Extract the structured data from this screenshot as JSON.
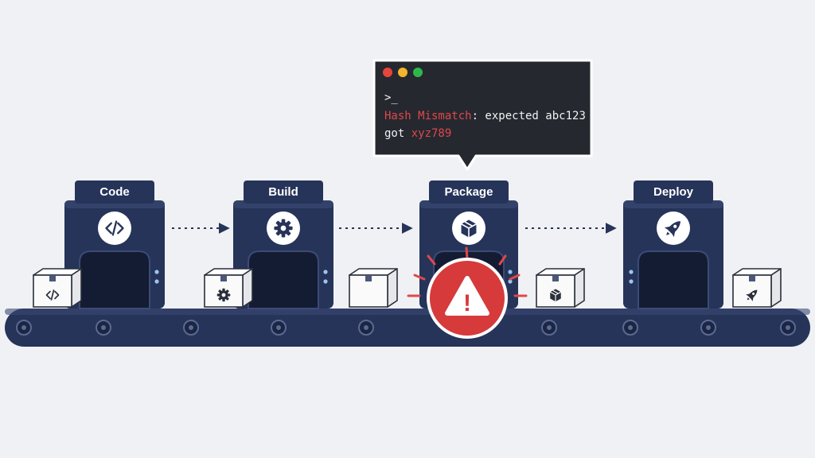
{
  "colors": {
    "background": "#f0f1f4",
    "navy": "#26345a",
    "navy_dark": "#1b2645",
    "belt": "#2b3a5e",
    "terminal_bg": "#262830",
    "terminal_text": "#f2f2f2",
    "error_red": "#e04848",
    "alert_red": "#d63a3a",
    "led_blue": "#9cc4f2",
    "box_face": "#fafafa",
    "box_side": "#e6e7ea",
    "box_stroke": "#2a2f3a"
  },
  "terminal": {
    "dots": [
      "#e8453c",
      "#f3b52b",
      "#2eb84b"
    ],
    "prompt": ">_",
    "line1": {
      "error_text": "Hash Mismatch",
      "rest_text": ": expected abc123"
    },
    "line2": {
      "prefix_text": "got ",
      "error_text": "xyz789"
    }
  },
  "stages": [
    {
      "label": "Code",
      "icon": "code-icon"
    },
    {
      "label": "Build",
      "icon": "gear-icon"
    },
    {
      "label": "Package",
      "icon": "package-icon"
    },
    {
      "label": "Deploy",
      "icon": "rocket-icon"
    }
  ],
  "belt_boxes": [
    {
      "icon": "code-icon"
    },
    {
      "icon": "gear-icon"
    },
    {
      "icon": "none"
    },
    {
      "icon": "package-icon"
    },
    {
      "icon": "rocket-icon"
    }
  ],
  "alert": {
    "icon": "warning-icon",
    "symbol": "!"
  },
  "flow_arrows": 3
}
